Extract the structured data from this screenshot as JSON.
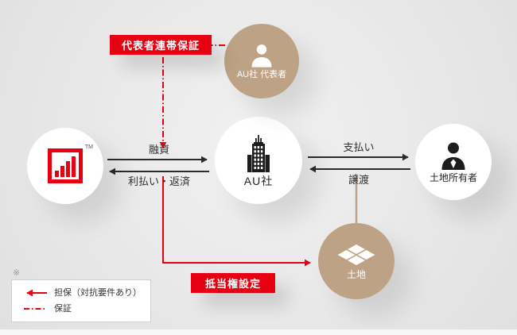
{
  "colors": {
    "accent_red": "#e60012",
    "tan": "#bea285",
    "arrow_black": "#2b2b2b",
    "background": "#e8e8e8"
  },
  "nodes": {
    "lender": {
      "tm": "TM",
      "icon": "bar-chart-logo"
    },
    "representative": {
      "label": "AU社 代表者",
      "icon": "person-icon"
    },
    "au": {
      "label": "AU社",
      "icon": "building-icon"
    },
    "landowner": {
      "label": "土地所有者",
      "icon": "person-suit-icon"
    },
    "land": {
      "label": "土地",
      "icon": "land-parcels-icon"
    }
  },
  "edges": {
    "financing": "融資",
    "repayment": "利払い・返済",
    "payment": "支払い",
    "transfer": "譲渡"
  },
  "badges": {
    "guarantee": "代表者連帯保証",
    "mortgage": "抵当権設定"
  },
  "legend": {
    "note_mark": "※",
    "collateral": "担保（対抗要件あり）",
    "guarantee": "保証"
  }
}
